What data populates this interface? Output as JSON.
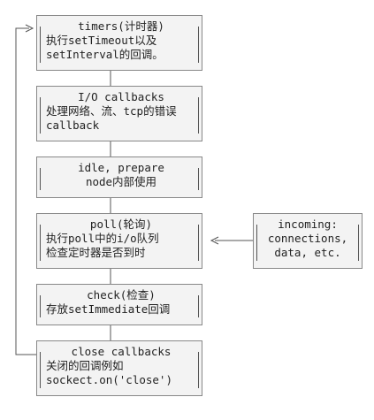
{
  "phases": [
    {
      "title": "timers(计时器)",
      "lines": [
        "执行setTimeout以及",
        "setInterval的回调。"
      ]
    },
    {
      "title": "I/O callbacks",
      "lines": [
        "处理网络、流、tcp的错误",
        "callback"
      ]
    },
    {
      "title": "idle, prepare",
      "lines": [
        "node内部使用"
      ]
    },
    {
      "title": "poll(轮询)",
      "lines": [
        "执行poll中的i/o队列",
        "检查定时器是否到时"
      ]
    },
    {
      "title": "check(检查)",
      "lines": [
        "存放setImmediate回调"
      ]
    },
    {
      "title": "close callbacks",
      "lines": [
        "关闭的回调例如",
        "sockect.on('close')"
      ]
    }
  ],
  "incoming": {
    "lines": [
      "incoming:",
      "connections,",
      "data, etc."
    ]
  },
  "colors": {
    "border": "#888888",
    "fill": "#f3f3f3",
    "line": "#555555",
    "text": "#222222"
  }
}
